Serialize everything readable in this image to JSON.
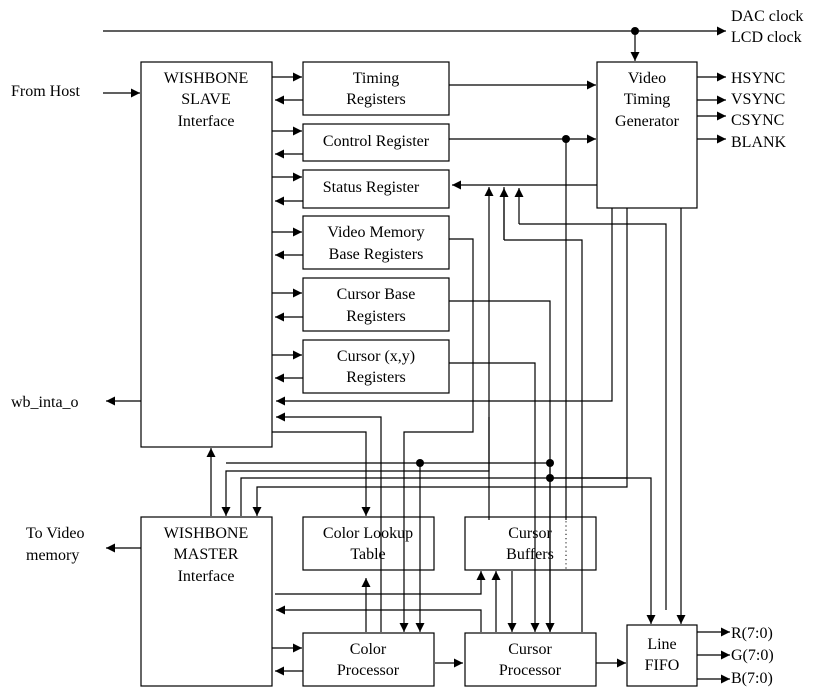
{
  "diagram": {
    "title": "VGA/LCD controller block diagram",
    "blocks": {
      "wb_slave": [
        "WISHBONE",
        "SLAVE",
        "Interface"
      ],
      "timing_regs": [
        "Timing",
        "Registers"
      ],
      "control_reg": [
        "Control Register"
      ],
      "status_reg": [
        "Status Register"
      ],
      "vmem_base": [
        "Video Memory",
        "Base Registers"
      ],
      "cursor_base": [
        "Cursor Base",
        "Registers"
      ],
      "cursor_xy": [
        "Cursor (x,y)",
        "Registers"
      ],
      "vtg": [
        "Video",
        "Timing",
        "Generator"
      ],
      "wb_master": [
        "WISHBONE",
        "MASTER",
        "Interface"
      ],
      "clut": [
        "Color Lookup",
        "Table"
      ],
      "cursor_buffers": [
        "Cursor",
        "Buffers"
      ],
      "color_proc": [
        "Color",
        "Processor"
      ],
      "cursor_proc": [
        "Cursor",
        "Processor"
      ],
      "line_fifo": [
        "Line",
        "FIFO"
      ]
    },
    "external": {
      "from_host": "From Host",
      "wb_inta_o": "wb_inta_o",
      "to_video_memory": [
        "To Video",
        "memory"
      ],
      "dac_clock": "DAC clock",
      "lcd_clock": "LCD clock"
    },
    "sync_outputs": [
      "HSYNC",
      "VSYNC",
      "CSYNC",
      "BLANK"
    ],
    "rgb_outputs": [
      "R(7:0)",
      "G(7:0)",
      "B(7:0)"
    ]
  }
}
